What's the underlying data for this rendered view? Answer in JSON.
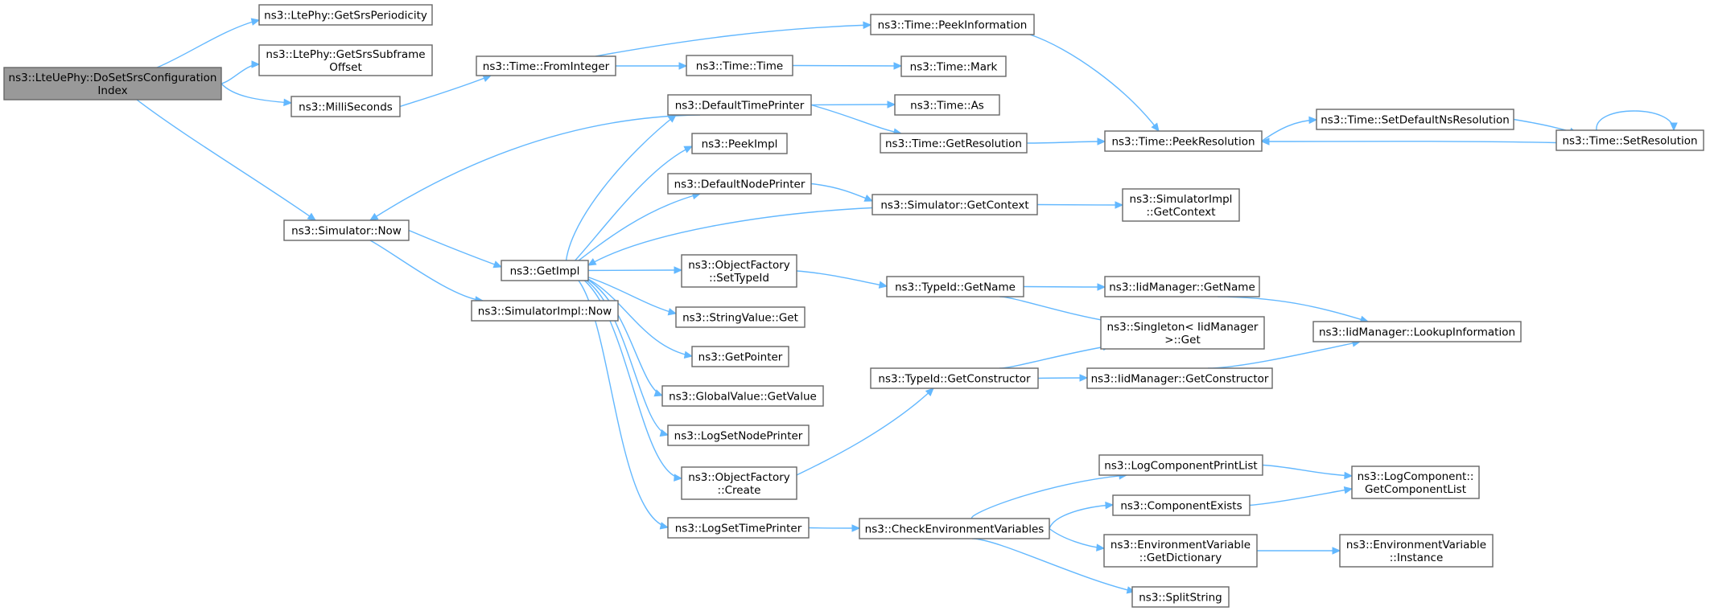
{
  "diagram": {
    "type": "call-graph",
    "colors": {
      "edge": "#63b8ff",
      "node_border": "#666666",
      "root_fill": "#999999",
      "node_fill": "#ffffff"
    },
    "nodes": [
      {
        "id": "root",
        "lines": [
          "ns3::LteUePhy::DoSetSrsConfiguration",
          "Index"
        ],
        "root": true
      },
      {
        "id": "getSrsPeriodicity",
        "lines": [
          "ns3::LtePhy::GetSrsPeriodicity"
        ]
      },
      {
        "id": "getSrsSubframeOffset",
        "lines": [
          "ns3::LtePhy::GetSrsSubframe",
          "Offset"
        ]
      },
      {
        "id": "milliSeconds",
        "lines": [
          "ns3::MilliSeconds"
        ]
      },
      {
        "id": "simNow",
        "lines": [
          "ns3::Simulator::Now"
        ]
      },
      {
        "id": "fromInteger",
        "lines": [
          "ns3::Time::FromInteger"
        ]
      },
      {
        "id": "peekInformation",
        "lines": [
          "ns3::Time::PeekInformation"
        ]
      },
      {
        "id": "timeTime",
        "lines": [
          "ns3::Time::Time"
        ]
      },
      {
        "id": "timeMark",
        "lines": [
          "ns3::Time::Mark"
        ]
      },
      {
        "id": "defaultTimePrinter",
        "lines": [
          "ns3::DefaultTimePrinter"
        ]
      },
      {
        "id": "timeAs",
        "lines": [
          "ns3::Time::As"
        ]
      },
      {
        "id": "getResolution",
        "lines": [
          "ns3::Time::GetResolution"
        ]
      },
      {
        "id": "peekResolution",
        "lines": [
          "ns3::Time::PeekResolution"
        ]
      },
      {
        "id": "setDefaultNsResolution",
        "lines": [
          "ns3::Time::SetDefaultNsResolution"
        ]
      },
      {
        "id": "setResolution",
        "lines": [
          "ns3::Time::SetResolution"
        ]
      },
      {
        "id": "peekImpl",
        "lines": [
          "ns3::PeekImpl"
        ]
      },
      {
        "id": "defaultNodePrinter",
        "lines": [
          "ns3::DefaultNodePrinter"
        ]
      },
      {
        "id": "simGetContext",
        "lines": [
          "ns3::Simulator::GetContext"
        ]
      },
      {
        "id": "simImplGetContext",
        "lines": [
          "ns3::SimulatorImpl",
          "::GetContext"
        ]
      },
      {
        "id": "getImpl",
        "lines": [
          "ns3::GetImpl"
        ]
      },
      {
        "id": "simImplNow",
        "lines": [
          "ns3::SimulatorImpl::Now"
        ]
      },
      {
        "id": "ofSetTypeId",
        "lines": [
          "ns3::ObjectFactory",
          "::SetTypeId"
        ]
      },
      {
        "id": "typeIdGetName",
        "lines": [
          "ns3::TypeId::GetName"
        ]
      },
      {
        "id": "iidGetName",
        "lines": [
          "ns3::IidManager::GetName"
        ]
      },
      {
        "id": "stringValueGet",
        "lines": [
          "ns3::StringValue::Get"
        ]
      },
      {
        "id": "singletonGet",
        "lines": [
          "ns3::Singleton< IidManager",
          ">::Get"
        ]
      },
      {
        "id": "lookupInformation",
        "lines": [
          "ns3::IidManager::LookupInformation"
        ]
      },
      {
        "id": "getPointer",
        "lines": [
          "ns3::GetPointer"
        ]
      },
      {
        "id": "typeIdGetConstructor",
        "lines": [
          "ns3::TypeId::GetConstructor"
        ]
      },
      {
        "id": "iidGetConstructor",
        "lines": [
          "ns3::IidManager::GetConstructor"
        ]
      },
      {
        "id": "globalValueGetValue",
        "lines": [
          "ns3::GlobalValue::GetValue"
        ]
      },
      {
        "id": "logSetNodePrinter",
        "lines": [
          "ns3::LogSetNodePrinter"
        ]
      },
      {
        "id": "ofCreate",
        "lines": [
          "ns3::ObjectFactory",
          "::Create"
        ]
      },
      {
        "id": "logComponentPrintList",
        "lines": [
          "ns3::LogComponentPrintList"
        ]
      },
      {
        "id": "getComponentList",
        "lines": [
          "ns3::LogComponent::",
          "GetComponentList"
        ]
      },
      {
        "id": "componentExists",
        "lines": [
          "ns3::ComponentExists"
        ]
      },
      {
        "id": "logSetTimePrinter",
        "lines": [
          "ns3::LogSetTimePrinter"
        ]
      },
      {
        "id": "checkEnvVars",
        "lines": [
          "ns3::CheckEnvironmentVariables"
        ]
      },
      {
        "id": "envGetDictionary",
        "lines": [
          "ns3::EnvironmentVariable",
          "::GetDictionary"
        ]
      },
      {
        "id": "envInstance",
        "lines": [
          "ns3::EnvironmentVariable",
          "::Instance"
        ]
      },
      {
        "id": "splitString",
        "lines": [
          "ns3::SplitString"
        ]
      }
    ]
  }
}
